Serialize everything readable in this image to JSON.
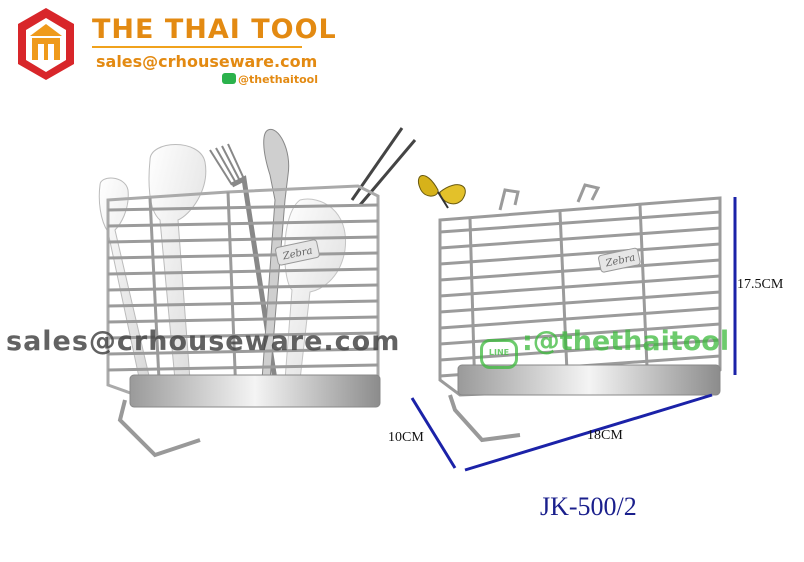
{
  "brand": {
    "title": "THE THAI TOOL",
    "email": "sales@crhouseware.com",
    "line_id": "@thethaitool",
    "accent_color": "#e38a12"
  },
  "watermark": {
    "email": "sales@crhouseware.com",
    "line_id": ":@thethaitool",
    "line_badge_text": "LINE",
    "line_color": "#3cb93c"
  },
  "product": {
    "model": "JK-500/2",
    "dimensions": {
      "height": "17.5CM",
      "depth": "10CM",
      "width": "18CM"
    },
    "embossed_label": "Zebra"
  },
  "icons": {
    "logo": "house-logo-icon",
    "line_app": "line-app-icon",
    "butterfly": "butterfly-icon"
  }
}
